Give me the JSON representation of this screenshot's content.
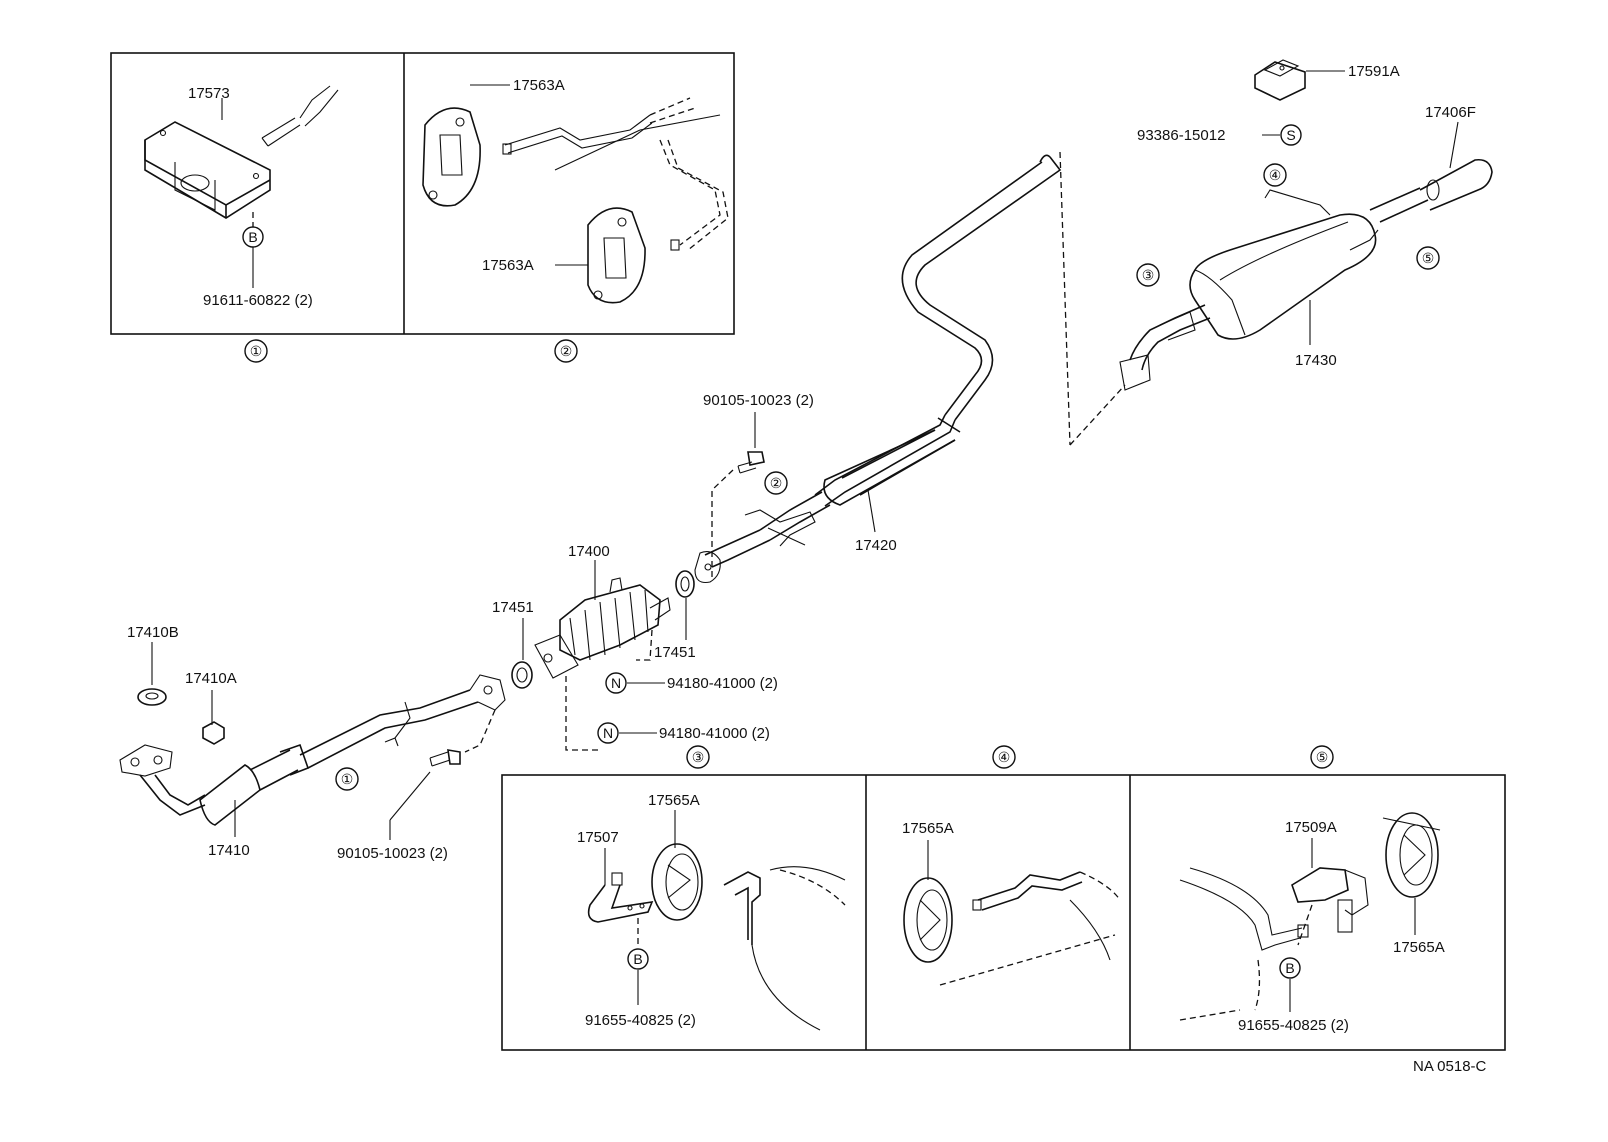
{
  "callouts": {
    "p17573": "17573",
    "p91611": "91611-60822 (2)",
    "p17563A_top": "17563A",
    "p17563A_bot": "17563A",
    "p17591A": "17591A",
    "p93386": "93386-15012",
    "p17406F": "17406F",
    "p17430": "17430",
    "p90105_top": "90105-10023 (2)",
    "p17420": "17420",
    "p17400": "17400",
    "p17451_left": "17451",
    "p17451_right": "17451",
    "p17410B": "17410B",
    "p17410A": "17410A",
    "p94180_upper": "94180-41000 (2)",
    "p94180_lower": "94180-41000 (2)",
    "p17410": "17410",
    "p90105_bot": "90105-10023 (2)",
    "p17507": "17507",
    "p17565A_3": "17565A",
    "p91655_3": "91655-40825 (2)",
    "p17565A_4": "17565A",
    "p17509A": "17509A",
    "p17565A_5": "17565A",
    "p91655_5": "91655-40825 (2)"
  },
  "markers": {
    "b": "B",
    "s": "S",
    "n": "N",
    "one": "①",
    "two": "②",
    "three": "③",
    "four": "④",
    "five": "⑤"
  },
  "footer_code": "NA 0518-C"
}
